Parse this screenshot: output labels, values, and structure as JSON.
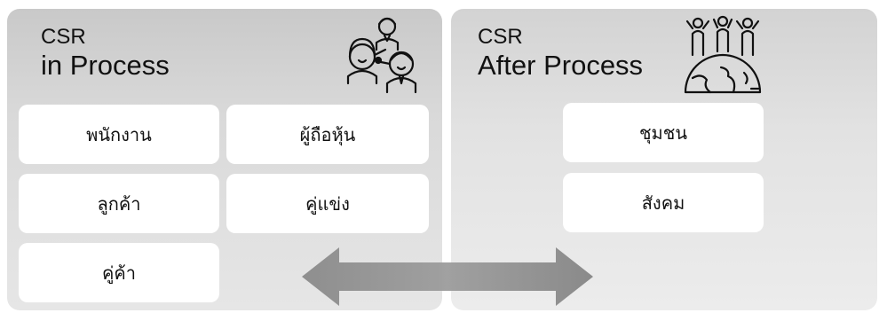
{
  "left_panel": {
    "title_line1": "CSR",
    "title_line2": "in Process",
    "icon": "people-network-icon",
    "items": [
      "พนักงาน",
      "ผู้ถือหุ้น",
      "ลูกค้า",
      "คู่แข่ง",
      "คู่ค้า"
    ]
  },
  "right_panel": {
    "title_line1": "CSR",
    "title_line2": "After Process",
    "icon": "people-globe-icon",
    "items": [
      "ชุมชน",
      "สังคม"
    ]
  },
  "connector": {
    "icon": "double-arrow-icon"
  }
}
